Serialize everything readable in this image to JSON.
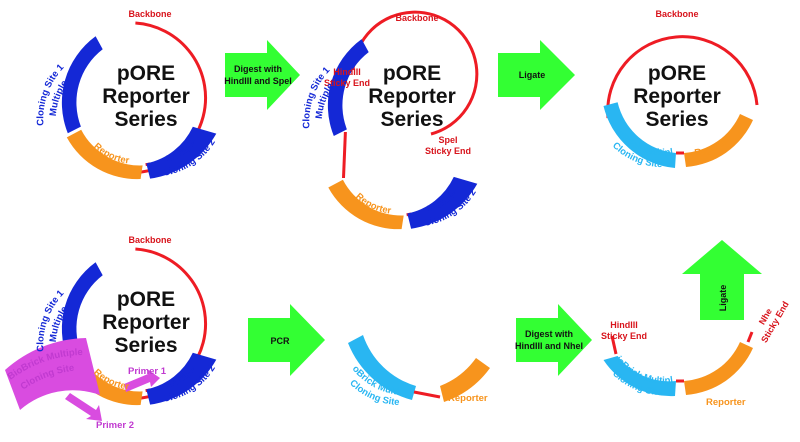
{
  "plasmid_title": [
    "pORE",
    "Reporter",
    "Series"
  ],
  "labels": {
    "backbone": "Backbone",
    "mcs1": [
      "Multiple",
      "Cloning Site 1"
    ],
    "mcs2": [
      "Multiple",
      "Cloning Site 2"
    ],
    "reporter": "Reporter",
    "biobrick": [
      "BioBrick Multiple",
      "Cloning Site"
    ],
    "hindiii_sticky": [
      "HindIII",
      "Sticky End"
    ],
    "spei_sticky": [
      "SpeI",
      "Sticky End"
    ],
    "nhe_sticky": [
      "Nhe",
      "Sticky End"
    ],
    "primer1": "Primer 1",
    "primer2": "Primer 2"
  },
  "arrows": {
    "digest1": [
      "Digest with",
      "HindIII and SpeI"
    ],
    "ligate1": "Ligate",
    "pcr": "PCR",
    "digest2": [
      "Digest with",
      "HindIII and NheI"
    ],
    "ligate2": "Ligate"
  }
}
